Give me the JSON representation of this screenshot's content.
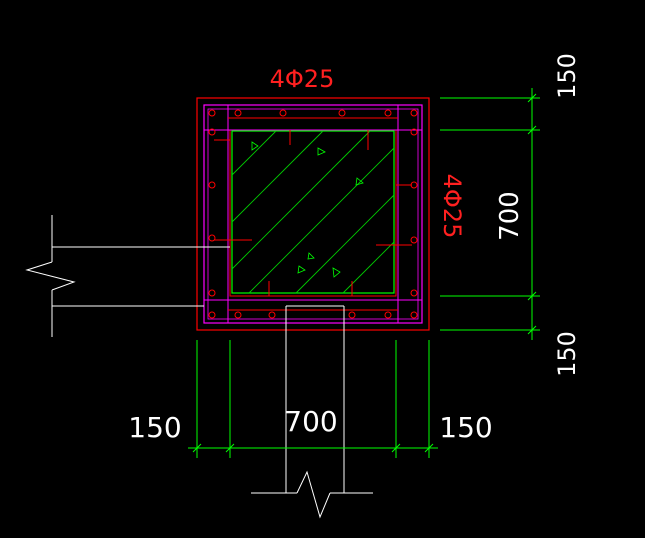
{
  "annotations": {
    "top_rebar": "4Φ25",
    "side_rebar": "4Φ25"
  },
  "dimensions": {
    "bottom_left": "150",
    "bottom_center": "700",
    "bottom_right": "150",
    "right_top": "150",
    "right_center": "700",
    "right_bottom": "150"
  },
  "colors": {
    "background": "#000000",
    "concrete_outline": "#ff0000",
    "stirrup": "#ff00ff",
    "hatch": "#00cc00",
    "dimension": "#00ff00",
    "text": "#ffffff",
    "rebar_label": "#ff2020",
    "beam_lines": "#ffffff"
  }
}
